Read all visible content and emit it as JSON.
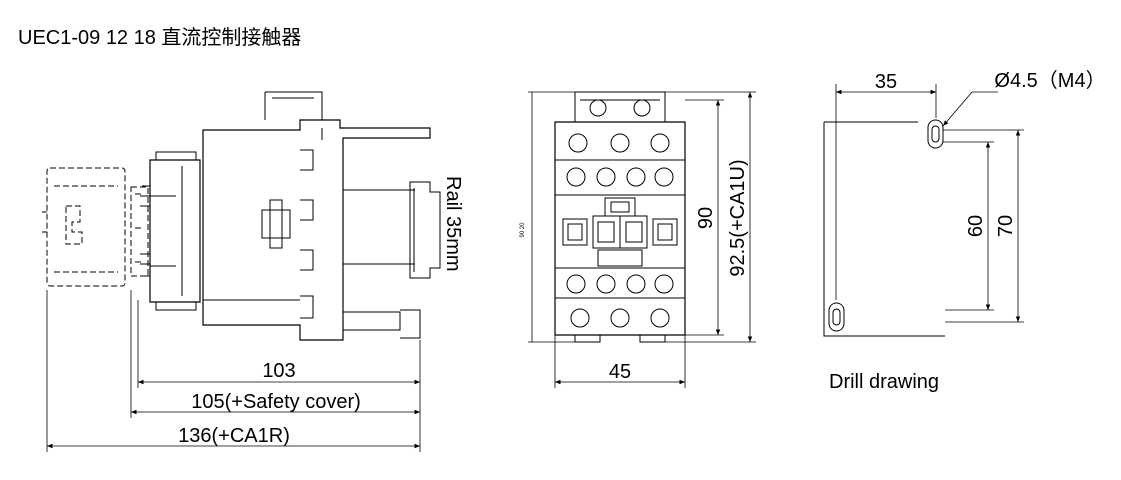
{
  "title": "UEC1-09 12 18  直流控制接触器",
  "side_view": {
    "rail_label": "Rail 35mm",
    "dim_103": "103",
    "dim_105": "105(+Safety cover)",
    "dim_136": "136(+CA1R)"
  },
  "front_view": {
    "dim_45": "45",
    "dim_90": "90",
    "dim_92_5": "92.5(+CA1U)",
    "small_label": "90 20"
  },
  "drill_view": {
    "dim_35": "35",
    "hole_label": "Ø4.5（M4）",
    "dim_60": "60",
    "dim_70": "70",
    "caption": "Drill drawing"
  }
}
